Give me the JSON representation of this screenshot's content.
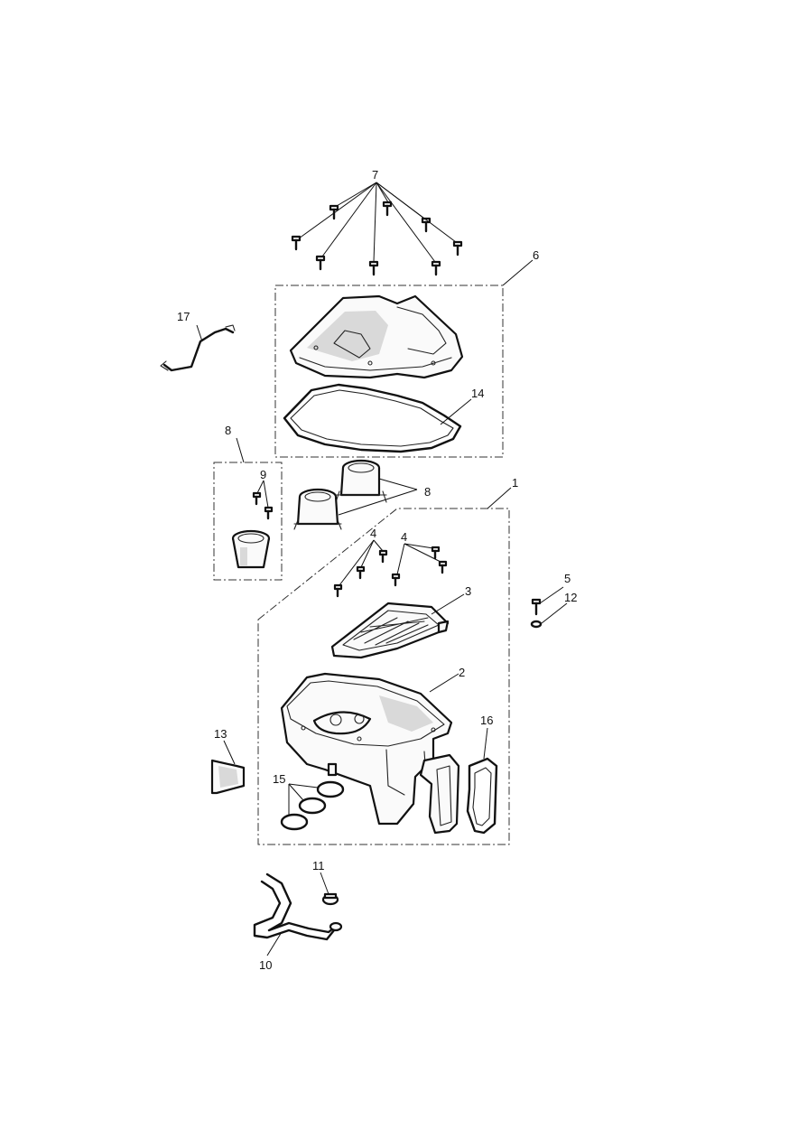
{
  "callouts": {
    "c1": "1",
    "c2": "2",
    "c3": "3",
    "c4a": "4",
    "c4b": "4",
    "c5": "5",
    "c6": "6",
    "c7": "7",
    "c8a": "8",
    "c8b": "8",
    "c9": "9",
    "c10": "10",
    "c11": "11",
    "c12": "12",
    "c13": "13",
    "c14": "14",
    "c15": "15",
    "c16": "16",
    "c17": "17"
  },
  "colors": {
    "line": "#111111",
    "background": "#ffffff",
    "shade": "#d9d9d9"
  }
}
